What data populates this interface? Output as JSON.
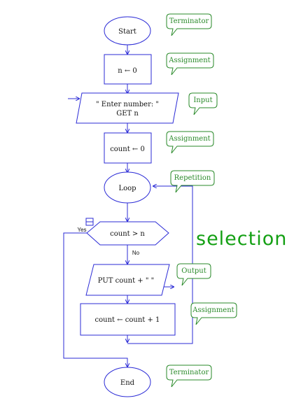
{
  "colors": {
    "shape_stroke": "#2b2bd6",
    "note_stroke": "#2a8a2a",
    "note_text": "#2a8a2a",
    "handwriting": "#14a014",
    "text": "#111111"
  },
  "flowchart": {
    "start": {
      "label": "Start"
    },
    "init_n": {
      "label": "n ← 0"
    },
    "input": {
      "prompt": "\" Enter number: \"",
      "command": "GET n"
    },
    "init_count": {
      "label": "count ← 0"
    },
    "loop": {
      "label": "Loop"
    },
    "decision": {
      "label": "count > n",
      "yes_label": "Yes",
      "no_label": "No"
    },
    "output": {
      "label": "PUT count +  \" \""
    },
    "increment": {
      "label": "count ← count  + 1"
    },
    "end": {
      "label": "End"
    }
  },
  "notes": {
    "start": "Terminator",
    "init_n": "Assignment",
    "input": "Input",
    "init_count": "Assignment",
    "loop": "Repetition",
    "output": "Output",
    "increment": "Assignment",
    "end": "Terminator"
  },
  "handwritten": "selection"
}
